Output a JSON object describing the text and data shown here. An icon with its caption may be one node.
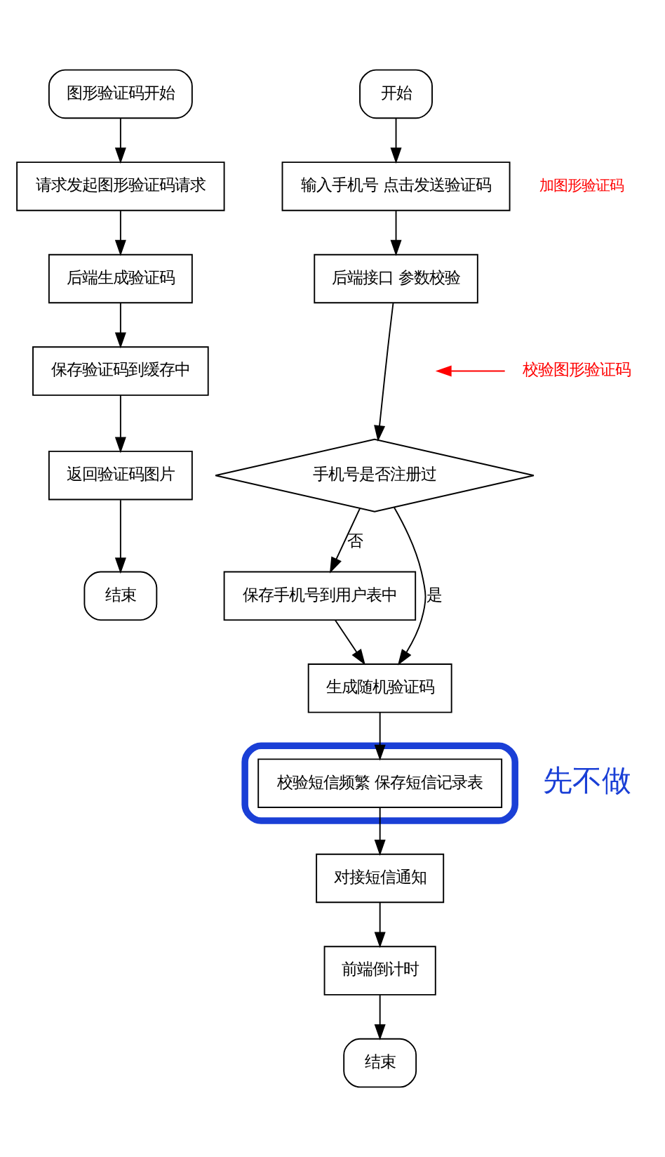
{
  "diagram": {
    "nodes": [
      {
        "text": [
          "图形验证码开始"
        ]
      },
      {
        "text": [
          "请求发起图形验证码请求"
        ]
      },
      {
        "text": [
          "后端生成验证码"
        ]
      },
      {
        "text": [
          "保存验证码到缓存中"
        ]
      },
      {
        "text": [
          "返回验证码图片"
        ]
      },
      {
        "text": [
          "结束"
        ]
      },
      {
        "text": [
          "开始"
        ]
      },
      {
        "text": [
          "输入手机号 点击发送验证码"
        ],
        "beside": [
          "加图形验证码"
        ]
      },
      {
        "text": [
          "后端接口 参数校验"
        ]
      },
      {
        "text": [
          "校验图形验证码"
        ]
      },
      {
        "text": [
          "手机号是否注册过"
        ]
      },
      {
        "text": [
          "保存手机号到用户表中"
        ]
      },
      {
        "text": [
          "生成随机验证码"
        ]
      },
      {
        "text": [],
        "shape": "box",
        "beside": [
          "先不做"
        ]
      },
      {
        "text": [
          "校验短信频繁 保存短信记录表"
        ],
        "in": 13
      },
      {
        "text": [
          "对接短信通知"
        ]
      },
      {
        "text": [
          "前端倒计时"
        ]
      },
      {
        "text": [
          "结束"
        ]
      }
    ],
    "edges": [
      {
        "from": 0,
        "to": 1,
        "arrow": "to"
      },
      {
        "from": 1,
        "to": 2,
        "arrow": "to"
      },
      {
        "from": 2,
        "to": 3,
        "arrow": "to"
      },
      {
        "from": 3,
        "to": 4,
        "arrow": "to"
      },
      {
        "from": 4,
        "to": 5,
        "arrow": "to"
      },
      {
        "from": 6,
        "to": 7,
        "arrow": "to"
      },
      {
        "from": 7,
        "to": 8,
        "arrow": "to"
      },
      {
        "from": 8,
        "to": 10,
        "arrow": "to"
      },
      {
        "from": 9,
        "to": null,
        "arrow": "to",
        "color": "#ff0000"
      },
      {
        "from": 10,
        "to": 12,
        "arrow": "to",
        "label": "是"
      },
      {
        "from": 10,
        "to": 11,
        "arrow": "to",
        "label": "否"
      },
      {
        "from": 11,
        "to": 12,
        "arrow": "to"
      },
      {
        "from": 12,
        "to": 14,
        "arrow": "to"
      },
      {
        "from": 14,
        "to": 15,
        "arrow": "to"
      },
      {
        "from": 15,
        "to": 16,
        "arrow": "to"
      },
      {
        "from": 16,
        "to": 17,
        "arrow": "to"
      }
    ]
  }
}
